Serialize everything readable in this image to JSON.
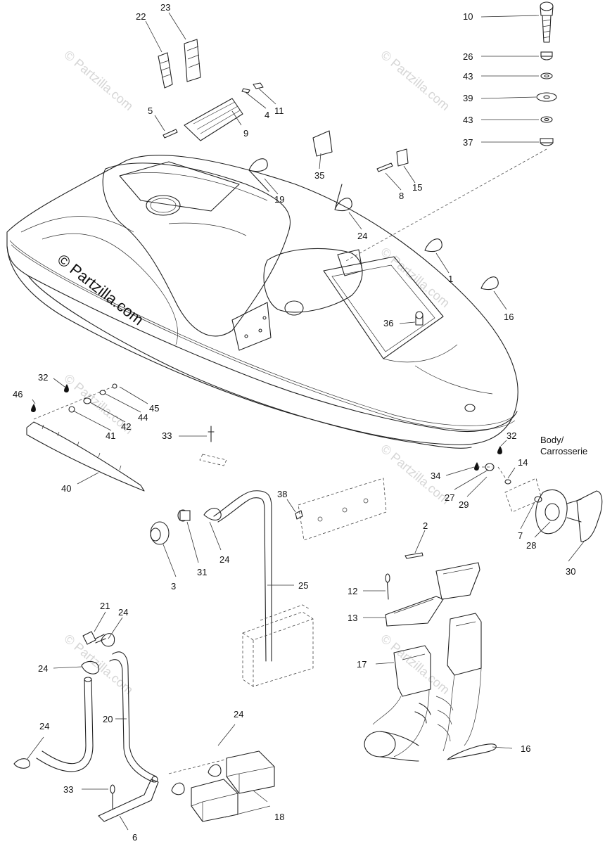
{
  "watermark": {
    "main": "© Partzilla.com",
    "faint": "© Partzilla.com"
  },
  "callouts": [
    {
      "id": "c10",
      "label": "10"
    },
    {
      "id": "c26",
      "label": "26"
    },
    {
      "id": "c43a",
      "label": "43"
    },
    {
      "id": "c39",
      "label": "39"
    },
    {
      "id": "c43b",
      "label": "43"
    },
    {
      "id": "c37",
      "label": "37"
    },
    {
      "id": "c22",
      "label": "22"
    },
    {
      "id": "c23",
      "label": "23"
    },
    {
      "id": "c5",
      "label": "5"
    },
    {
      "id": "c4",
      "label": "4"
    },
    {
      "id": "c11",
      "label": "11"
    },
    {
      "id": "c9",
      "label": "9"
    },
    {
      "id": "c19",
      "label": "19"
    },
    {
      "id": "c35",
      "label": "35"
    },
    {
      "id": "c8",
      "label": "8"
    },
    {
      "id": "c15",
      "label": "15"
    },
    {
      "id": "c24a",
      "label": "24"
    },
    {
      "id": "c1",
      "label": "1"
    },
    {
      "id": "c16a",
      "label": "16"
    },
    {
      "id": "c36",
      "label": "36"
    },
    {
      "id": "c32a",
      "label": "32"
    },
    {
      "id": "c46",
      "label": "46"
    },
    {
      "id": "c45",
      "label": "45"
    },
    {
      "id": "c44",
      "label": "44"
    },
    {
      "id": "c42",
      "label": "42"
    },
    {
      "id": "c41",
      "label": "41"
    },
    {
      "id": "c33a",
      "label": "33"
    },
    {
      "id": "c40",
      "label": "40"
    },
    {
      "id": "c32b",
      "label": "32"
    },
    {
      "id": "c34",
      "label": "34"
    },
    {
      "id": "c14",
      "label": "14"
    },
    {
      "id": "c27",
      "label": "27"
    },
    {
      "id": "c29",
      "label": "29"
    },
    {
      "id": "c7",
      "label": "7"
    },
    {
      "id": "c28",
      "label": "28"
    },
    {
      "id": "c30",
      "label": "30"
    },
    {
      "id": "c38",
      "label": "38"
    },
    {
      "id": "c2",
      "label": "2"
    },
    {
      "id": "c24b",
      "label": "24"
    },
    {
      "id": "c31",
      "label": "31"
    },
    {
      "id": "c3",
      "label": "3"
    },
    {
      "id": "c25",
      "label": "25"
    },
    {
      "id": "c12",
      "label": "12"
    },
    {
      "id": "c13",
      "label": "13"
    },
    {
      "id": "c17",
      "label": "17"
    },
    {
      "id": "c21",
      "label": "21"
    },
    {
      "id": "c24c",
      "label": "24"
    },
    {
      "id": "c24d",
      "label": "24"
    },
    {
      "id": "c24e",
      "label": "24"
    },
    {
      "id": "c20",
      "label": "20"
    },
    {
      "id": "c24f",
      "label": "24"
    },
    {
      "id": "c16b",
      "label": "16"
    },
    {
      "id": "c33b",
      "label": "33"
    },
    {
      "id": "c18",
      "label": "18"
    },
    {
      "id": "c6",
      "label": "6"
    }
  ],
  "section_label": {
    "line1": "Body/",
    "line2": "Carrosserie"
  }
}
